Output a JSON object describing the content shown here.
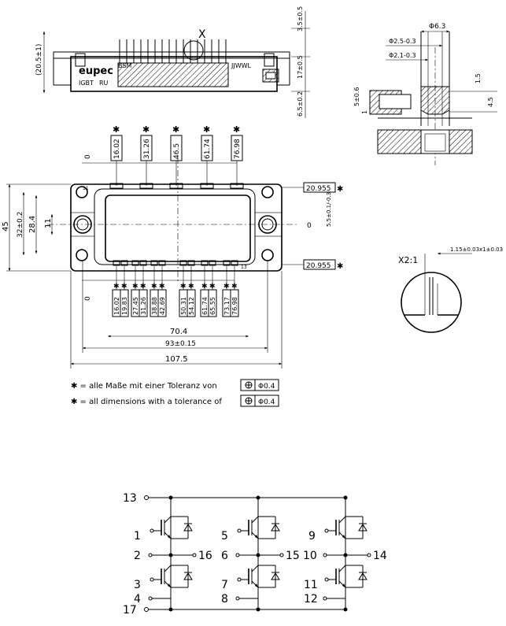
{
  "side_view": {
    "brand": "eupec",
    "type_label": "IGBT",
    "ul_mark": "RU",
    "part_prefix": "BSM",
    "logo_label": "JJWWL",
    "detail_marker": "X",
    "dims": {
      "overall_height": "(20.5±1)",
      "pin_top": "3.5±0.5",
      "body_height": "17±0.5",
      "mount_depth": "6.5±0.2"
    }
  },
  "section_view": {
    "dia_outer": "Φ6.3",
    "dia_1": "Φ2.5-0.3",
    "dia_2": "Φ2.1-0.3",
    "d_left_1": "5±0.6",
    "d_left_2": "1",
    "d_right_1": "1.5",
    "d_right_2": "4.5"
  },
  "top_view": {
    "top_pin_dims": [
      "16.02",
      "31.26",
      "46.5",
      "61.74",
      "76.98"
    ],
    "bottom_pin_dims": [
      "16.02",
      "19.83",
      "27.45",
      "31.26",
      "38.88",
      "42.69",
      "50.31",
      "54.12",
      "61.74",
      "65.55",
      "73.17",
      "76.98"
    ],
    "star": "✱",
    "zero": "0",
    "ref_top": "20.955",
    "ref_bottom": "20.955",
    "right_offset": "5.5±0.1/-0.3",
    "h_45": "45",
    "h_32": "32±0.2",
    "h_284": "28.4",
    "h_11": "11",
    "w_704": "70.4",
    "w_93": "93±0.15",
    "w_1075": "107.5",
    "pin_num_left": "11",
    "pin_num_right": "13"
  },
  "detail_view": {
    "label": "X2:1",
    "dim": "1.15±0.03x1±0.03"
  },
  "notes": [
    {
      "text": "✱ = alle Maße mit einer Toleranz von",
      "tol": "Φ0.4"
    },
    {
      "text": "✱ = all dimensions with a tolerance of",
      "tol": "Φ0.4"
    }
  ],
  "schematic": {
    "pins": {
      "p13": "13",
      "p17": "17",
      "p1": "1",
      "p2": "2",
      "p16": "16",
      "p3": "3",
      "p4": "4",
      "p5": "5",
      "p6": "6",
      "p15": "15",
      "p7": "7",
      "p8": "8",
      "p9": "9",
      "p10": "10",
      "p14": "14",
      "p11": "11",
      "p12": "12"
    }
  }
}
